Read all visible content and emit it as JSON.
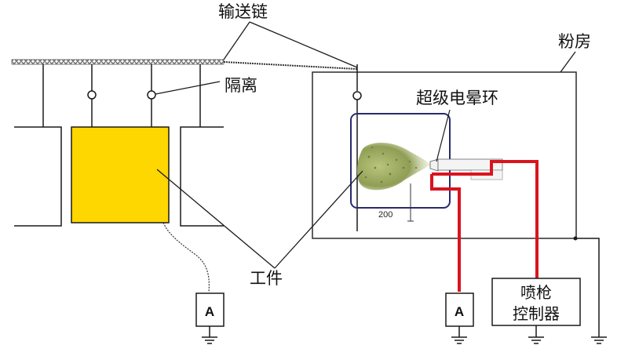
{
  "labels": {
    "conveyor_chain": "输送链",
    "isolation": "隔离",
    "powder_booth": "粉房",
    "corona_ring": "超级电晕环",
    "workpiece": "工件",
    "gun_controller_line1": "喷枪",
    "gun_controller_line2": "控制器",
    "distance": "200",
    "meter_left": "A",
    "meter_right": "A"
  },
  "colors": {
    "workpiece_fill": "#FFD700",
    "cable_red": "#D9141E",
    "line": "#1a1a1a",
    "booth_outline": "#2b2b2b",
    "gun_window": "#2a2a6e",
    "powder": "#9aa860"
  }
}
